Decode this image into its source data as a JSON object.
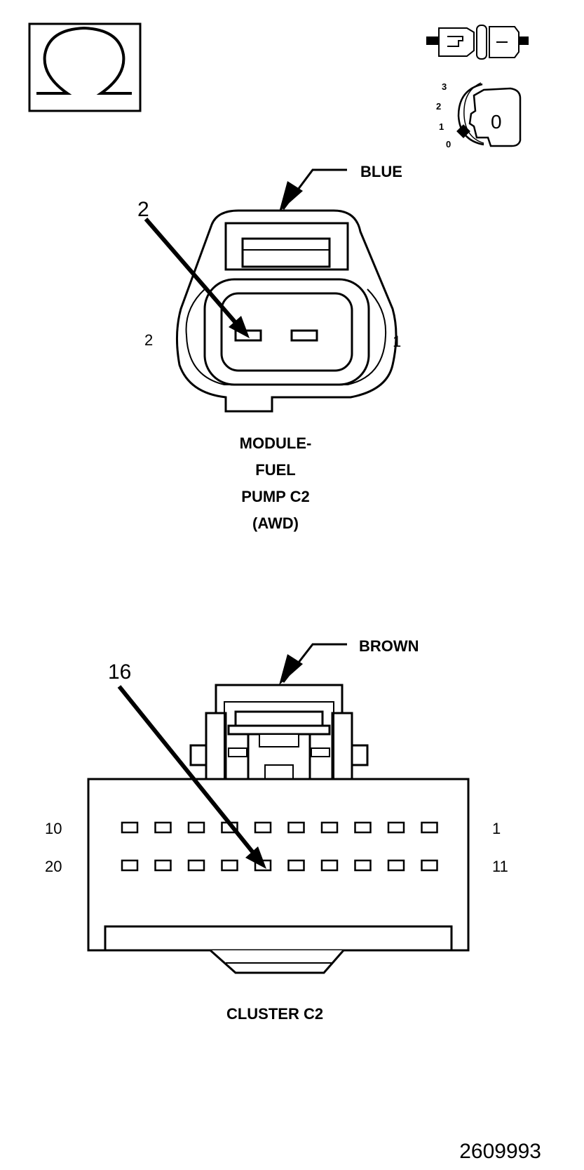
{
  "symbols": {
    "meter": "ohm-symbol-icon",
    "connector_state": "disconnected-connector-icon",
    "ignition": {
      "icon": "ignition-key-icon",
      "positions": [
        "3",
        "2",
        "1",
        "0"
      ],
      "key_label": "0"
    }
  },
  "connector_c2_fuel": {
    "color_label": "BLUE",
    "callout": "2",
    "pin_left": "2",
    "pin_right": "1",
    "caption_lines": [
      "MODULE-",
      "FUEL",
      "PUMP C2",
      "(AWD)"
    ]
  },
  "connector_c2_cluster": {
    "color_label": "BROWN",
    "callout": "16",
    "row1_left": "10",
    "row1_right": "1",
    "row2_left": "20",
    "row2_right": "11",
    "pins_per_row": 10,
    "caption": "CLUSTER C2"
  },
  "figure_number": "2609993"
}
